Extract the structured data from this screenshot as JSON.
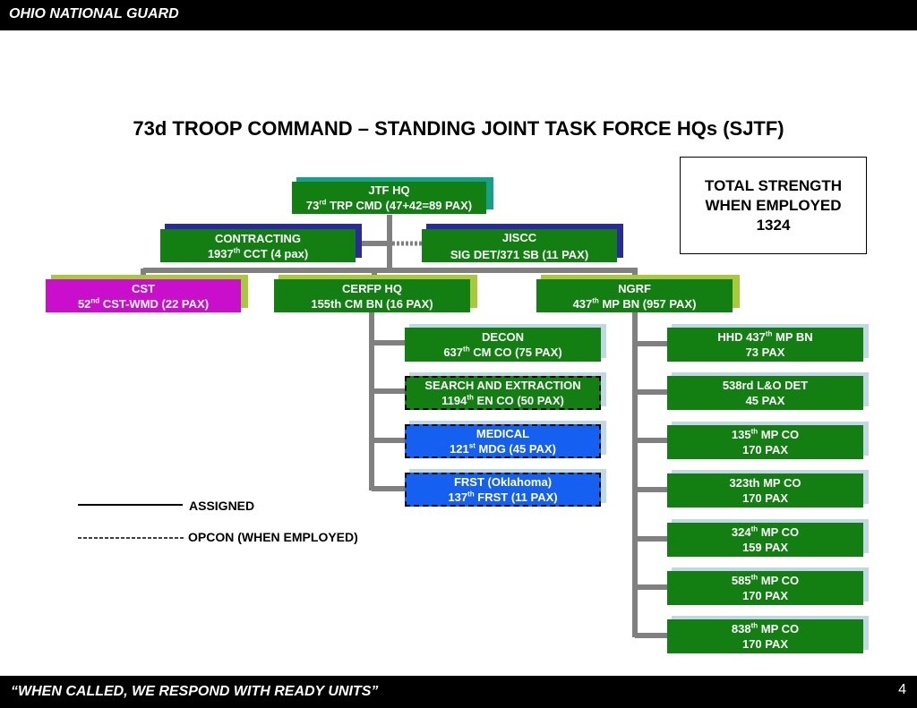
{
  "header": {
    "org": "OHIO NATIONAL GUARD"
  },
  "title": "73d TROOP COMMAND – STANDING JOINT TASK FORCE HQs (SJTF)",
  "total_strength": {
    "line1": "TOTAL STRENGTH",
    "line2": "WHEN EMPLOYED",
    "value": "1324"
  },
  "units": {
    "jtf_hq": {
      "name": "JTF HQ",
      "pre": "73",
      "sup": "rd",
      "post": " TRP CMD (47+42=89 PAX)"
    },
    "contracting": {
      "name": "CONTRACTING",
      "pre": "1937",
      "sup": "th",
      "post": " CCT (4 pax)"
    },
    "jiscc": {
      "name": "JISCC",
      "pre": "SIG DET/371 SB (11 PAX)",
      "sup": "",
      "post": ""
    },
    "cst": {
      "name": "CST",
      "pre": "52",
      "sup": "nd",
      "post": " CST-WMD (22 PAX)"
    },
    "cerfp": {
      "name": "CERFP HQ",
      "pre": "155th CM BN (16 PAX)",
      "sup": "",
      "post": ""
    },
    "ngrf": {
      "name": "NGRF",
      "pre": "437",
      "sup": "th",
      "post": " MP BN (957 PAX)"
    },
    "decon": {
      "name": "DECON",
      "pre": "637",
      "sup": "th",
      "post": " CM CO (75 PAX)"
    },
    "search": {
      "name": "SEARCH AND EXTRACTION",
      "pre": "1194",
      "sup": "th",
      "post": " EN CO (50 PAX)"
    },
    "medical": {
      "name": "MEDICAL",
      "pre": "121",
      "sup": "st",
      "post": " MDG (45 PAX)"
    },
    "frst": {
      "name": "FRST (Oklahoma)",
      "pre": "137",
      "sup": "th",
      "post": " FRST (11 PAX)"
    },
    "hhd": {
      "name": "HHD 437",
      "name_sup": "th",
      "name_post": " MP BN",
      "pax": "73 PAX"
    },
    "lo538": {
      "name": "538rd L&O DET",
      "name_sup": "",
      "name_post": "",
      "pax": "45 PAX"
    },
    "mp135": {
      "name": "135",
      "name_sup": "th",
      "name_post": " MP CO",
      "pax": "170 PAX"
    },
    "mp323": {
      "name": "323th MP CO",
      "name_sup": "",
      "name_post": "",
      "pax": "170 PAX"
    },
    "mp324": {
      "name": "324",
      "name_sup": "th",
      "name_post": " MP CO",
      "pax": "159 PAX"
    },
    "mp585": {
      "name": "585",
      "name_sup": "th",
      "name_post": " MP CO",
      "pax": "170 PAX"
    },
    "mp838": {
      "name": "838",
      "name_sup": "th",
      "name_post": " MP CO",
      "pax": "170 PAX"
    }
  },
  "legend": {
    "assigned": "ASSIGNED",
    "opcon": "OPCON (WHEN EMPLOYED)"
  },
  "footer": {
    "motto": "“WHEN CALLED, WE RESPOND WITH READY UNITS”",
    "page": "4"
  },
  "colors": {
    "unit_green": "#137f13",
    "cst_magenta": "#c90fcb",
    "opcon_blue": "#1560f0",
    "connector_gray": "#808080"
  }
}
